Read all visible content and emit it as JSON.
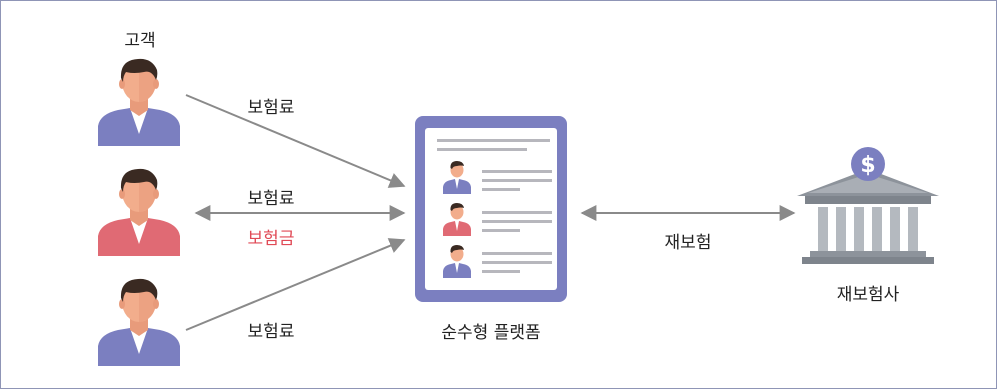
{
  "customers_label": "고객",
  "flows": {
    "top_premium": "보험료",
    "middle_premium": "보험료",
    "middle_claim": "보험금",
    "bottom_premium": "보험료",
    "reinsurance": "재보험"
  },
  "platform_label": "순수형 플랫폼",
  "reinsurer_label": "재보험사",
  "reinsurer_symbol": "$",
  "colors": {
    "frame": "#8f95b6",
    "arrow": "#8a8a8a",
    "platform": "#7b7fc0",
    "customer_blue_shirt": "#7b7fc0",
    "customer_red_shirt": "#e06a74",
    "skin": "#f2ad8c",
    "hair": "#3a2a22",
    "claim_text": "#e04a56",
    "bank": "#9aa0a8"
  }
}
